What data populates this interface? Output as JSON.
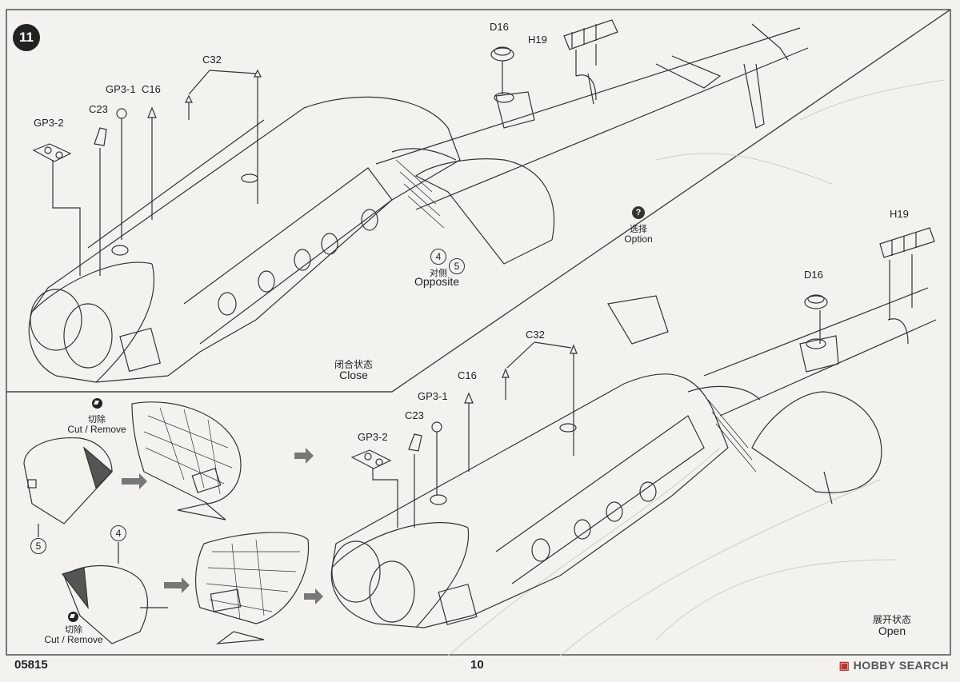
{
  "page": {
    "step_number": "11",
    "product_code": "05815",
    "page_number": "10",
    "watermark": "HOBBY SEARCH"
  },
  "top_view": {
    "parts": {
      "d16": "D16",
      "h19": "H19",
      "c32": "C32",
      "gp3_1": "GP3-1",
      "c16": "C16",
      "c23": "C23",
      "gp3_2": "GP3-2"
    },
    "option_cn": "选择",
    "option_en": "Option",
    "opposite_num_a": "4",
    "opposite_num_b": "5",
    "opposite_cn": "对侧",
    "opposite_en": "Opposite",
    "close_cn": "闭合状态",
    "close_en": "Close"
  },
  "bottom_view": {
    "parts": {
      "h19": "H19",
      "d16": "D16",
      "c32": "C32",
      "c16": "C16",
      "gp3_1": "GP3-1",
      "c23": "C23",
      "gp3_2": "GP3-2"
    },
    "cut_top_cn": "切除",
    "cut_top_en": "Cut / Remove",
    "cut_bottom_cn": "切除",
    "cut_bottom_en": "Cut / Remove",
    "door_num_5": "5",
    "door_num_4": "4",
    "open_cn": "展开状态",
    "open_en": "Open"
  }
}
